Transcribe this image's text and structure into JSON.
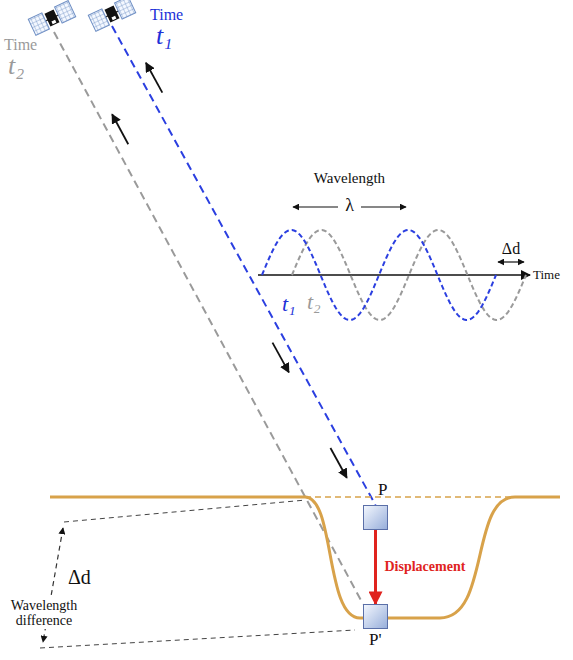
{
  "diagram": {
    "nodes": [
      {
        "text": [
          "P"
        ]
      },
      {
        "text": [
          "P'"
        ]
      }
    ],
    "edges": [
      {
        "from": 0,
        "to": 1,
        "arrow": "to",
        "label": "Displacement"
      }
    ],
    "labels": [
      "Time",
      "t₂",
      "Time",
      "t₁",
      "Wavelength",
      "λ",
      "Δd",
      "t₁",
      "t₂",
      "Time",
      "Δd",
      "Wavelength difference"
    ]
  }
}
